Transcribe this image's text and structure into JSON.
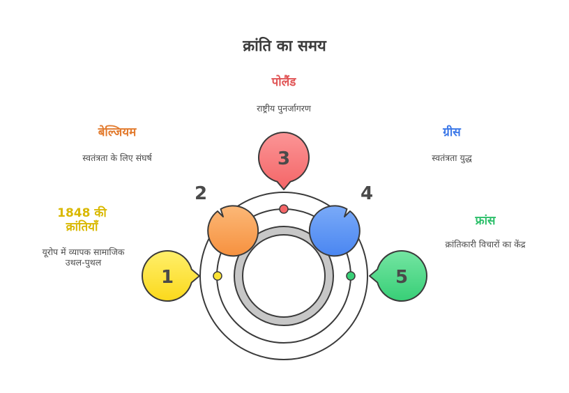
{
  "title": "क्रांति का समय",
  "items": [
    {
      "num": "1",
      "heading": "1848 की क्रांतियाँ",
      "desc": "यूरोप में व्यापक सामाजिक उथल-पुथल",
      "color": "#fde335",
      "accent": "#d9b800"
    },
    {
      "num": "2",
      "heading": "बेल्जियम",
      "desc": "स्वतंत्रता के लिए संघर्ष",
      "color": "#f9a45c",
      "accent": "#e27a2d"
    },
    {
      "num": "3",
      "heading": "पोलैंड",
      "desc": "राष्ट्रीय पुनर्जागरण",
      "color": "#f7787a",
      "accent": "#e05354"
    },
    {
      "num": "4",
      "heading": "ग्रीस",
      "desc": "स्वतंत्रता युद्ध",
      "color": "#5c95f5",
      "accent": "#3c78e8"
    },
    {
      "num": "5",
      "heading": "फ्रांस",
      "desc": "क्रांतिकारी विचारों का केंद्र",
      "color": "#53d98a",
      "accent": "#2cbf6a"
    }
  ]
}
